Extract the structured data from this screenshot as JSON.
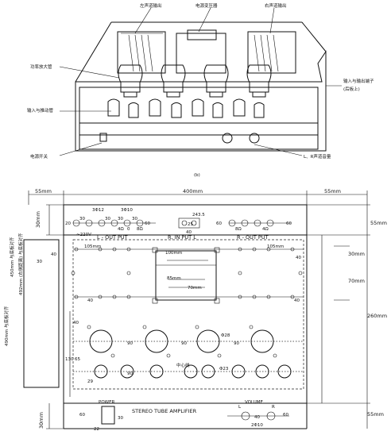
{
  "top_view": {
    "labels": {
      "left_output": "左声道输出",
      "power_transformer": "电源变压器",
      "right_output": "右声道输出",
      "power_tube": "功率放大管",
      "io_terminal_line1": "输入与输出端子",
      "io_terminal_line2": "(后板上)",
      "input_driver": "输入与推动管",
      "power_switch": "电源开关",
      "volume_knob": "L、R声道音量"
    },
    "caption": "(b)"
  },
  "plan_view": {
    "dims": {
      "left_margin": "55mm",
      "width": "400mm",
      "right_margin": "55mm",
      "top_left": "30mm",
      "top_right": "55mm",
      "d30": "30mm",
      "d70": "70mm",
      "d260": "260mm",
      "bottom_right": "55mm",
      "bottom_left": "30mm",
      "left_vertical_1": "450mm 与底板对齐",
      "left_vertical_2": "492mm (右侧距离) 与底板对齐",
      "left_vertical_3": "490mm 与底板对齐"
    },
    "numbers": {
      "n20": "20",
      "n30a": "30",
      "n30b": "30",
      "n30c": "30",
      "n30d": "30",
      "n3phi10": "3Φ10",
      "n3phi12": "3Φ12",
      "n243_5": "243.5",
      "n25": "25",
      "n40": "40",
      "n60a": "60",
      "n60b": "60",
      "n60c": "60",
      "n4o": "4Ω",
      "n8o": "8Ω",
      "n0": "0",
      "n8ohm": "8Ω",
      "n4ohm": "4Ω",
      "n105a": "105mm",
      "n105b": "105mm",
      "n40a": "40",
      "n40b": "40",
      "n40c": "40",
      "n40d": "40",
      "n100": "100mm",
      "n85": "85mm",
      "n70": "70mm",
      "n90a": "90",
      "n90b": "90",
      "n90c": "90",
      "n90d": "90",
      "n40e": "40",
      "n130": "130",
      "n65": "65",
      "n29": "29",
      "phi28": "Φ28",
      "phi23": "Φ23",
      "center_line": "中心线",
      "voltage": "~220V"
    },
    "labels": {
      "l_output": "L - OUT PUT",
      "r_input": "R, IN PUT L",
      "r_output": "R - OUT PUT",
      "power": "POWER",
      "product_name": "STEREO TUBE AMPLIFIER",
      "volume": "VOLUME",
      "vol_l": "L",
      "vol_r": "R",
      "n60_bot": "60",
      "n30_bot": "30",
      "n22": "22",
      "n40_bot": "40",
      "n2phi10": "2Φ10",
      "n60_right": "60"
    }
  }
}
